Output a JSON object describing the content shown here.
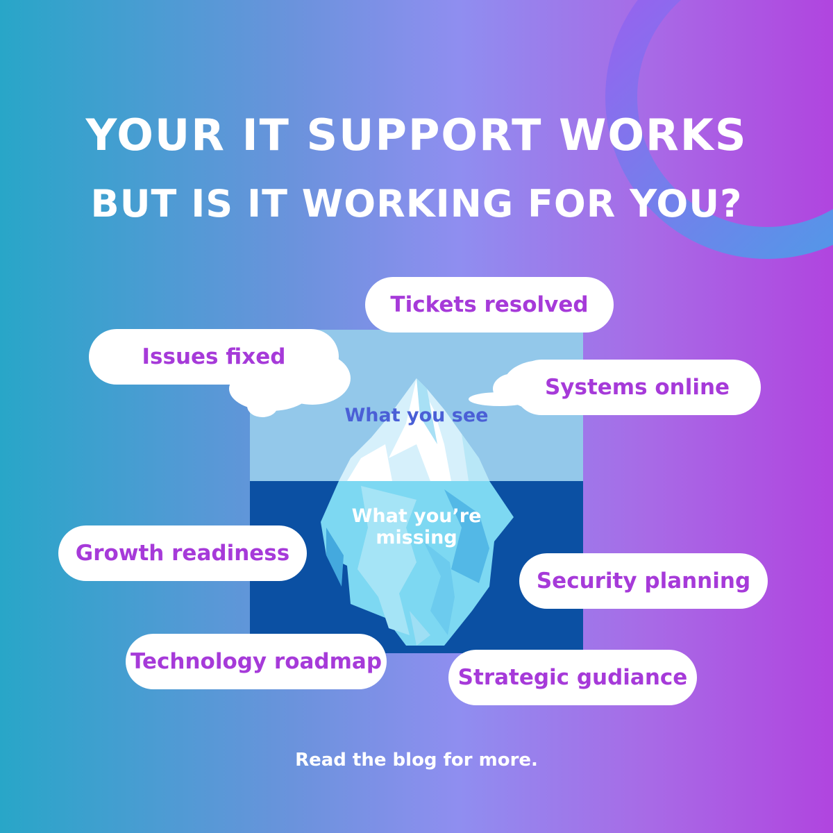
{
  "header": {
    "title_line1": "YOUR IT SUPPORT WORKS",
    "title_line2": "BUT IS IT WORKING FOR YOU?"
  },
  "iceberg": {
    "above_label": "What you see",
    "below_label_line1": "What you’re",
    "below_label_line2": "missing"
  },
  "visible_items": [
    "Tickets resolved",
    "Issues fixed",
    "Systems online"
  ],
  "hidden_items": [
    "Growth readiness",
    "Security planning",
    "Technology roadmap",
    "Strategic gudiance"
  ],
  "footer": {
    "text": "Read the blog for more."
  },
  "colors": {
    "gradient_left": "#28a6c8",
    "gradient_right": "#b045df",
    "pill_text": "#a63ad9",
    "sky": "#93c8ea",
    "sea": "#0b50a3",
    "above_label": "#4a5fd6"
  }
}
